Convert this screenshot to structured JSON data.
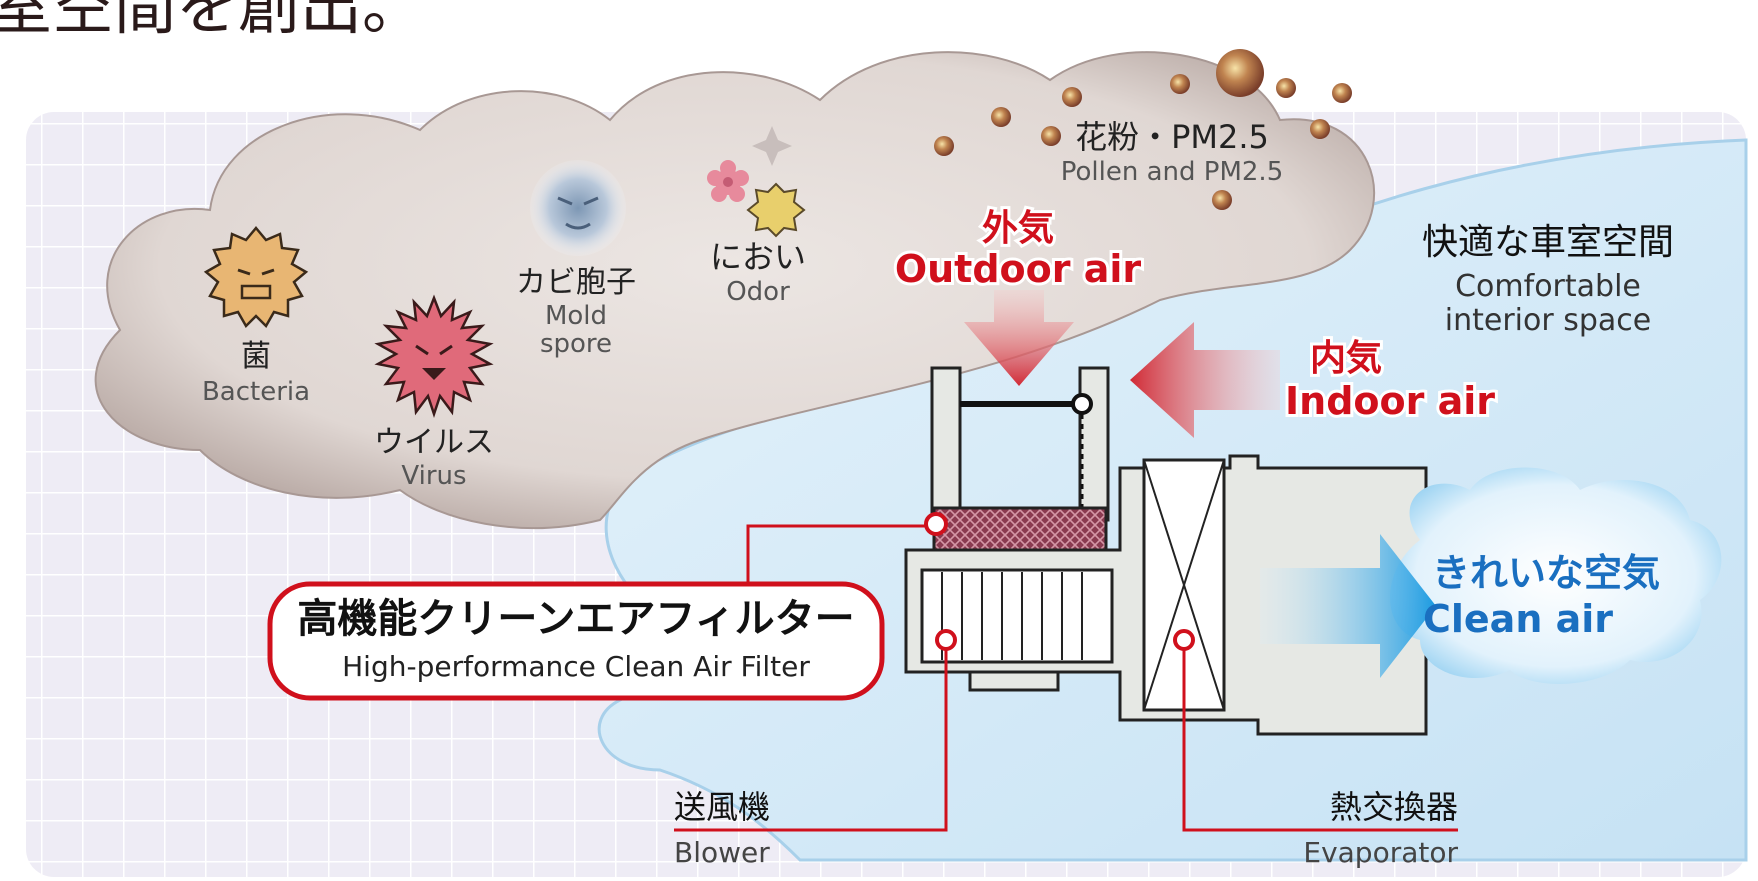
{
  "heading_fragment": "室空間を創出。",
  "contaminants": {
    "bacteria": {
      "jp": "菌",
      "en": "Bacteria"
    },
    "virus": {
      "jp": "ウイルス",
      "en": "Virus"
    },
    "mold": {
      "jp": "カビ胞子",
      "en_line1": "Mold",
      "en_line2": "spore"
    },
    "odor": {
      "jp": "におい",
      "en": "Odor"
    },
    "pollen": {
      "jp": "花粉・PM2.5",
      "en": "Pollen and PM2.5"
    }
  },
  "outdoor_air": {
    "jp": "外気",
    "en": "Outdoor air"
  },
  "indoor_air": {
    "jp": "内気",
    "en": "Indoor air"
  },
  "comfortable_space": {
    "jp": "快適な車室空間",
    "en_line1": "Comfortable",
    "en_line2": "interior space"
  },
  "clean_air": {
    "jp": "きれいな空気",
    "en": "Clean air"
  },
  "filter": {
    "jp": "高機能クリーンエアフィルター",
    "en": "High-performance Clean Air Filter"
  },
  "blower": {
    "jp": "送風機",
    "en": "Blower"
  },
  "evaporator": {
    "jp": "熱交換器",
    "en": "Evaporator"
  },
  "colors": {
    "red_label": "#d0101c",
    "blue_label": "#1a6fc0",
    "dust_cloud": "#c9bcb8",
    "cabin_blue": "#cfe6f5",
    "grid_bg": "#eeecf5"
  }
}
